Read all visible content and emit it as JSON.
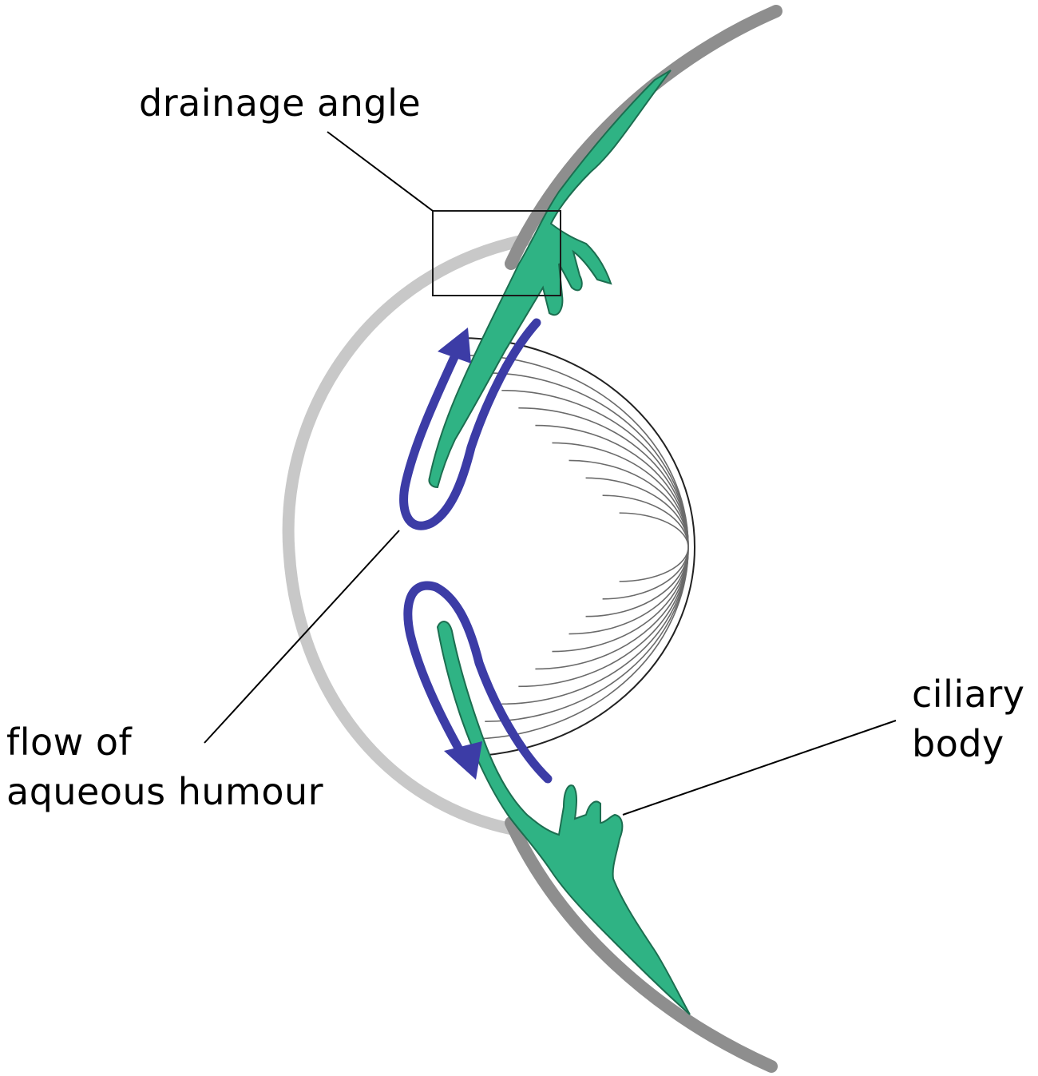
{
  "labels": {
    "drainage_angle": "drainage angle",
    "flow_line1": "flow of",
    "flow_line2": "aqueous humour",
    "ciliary_line1": "ciliary",
    "ciliary_line2": "body"
  },
  "colors": {
    "sclera": "#8e8e8e",
    "cornea": "#c8c8c8",
    "iris_ciliary": "#2fb384",
    "iris_outline": "#1c6e50",
    "flow_arrow": "#3c3ca6",
    "lens_rings": "#6a6a6a",
    "leader_line": "#000000"
  }
}
